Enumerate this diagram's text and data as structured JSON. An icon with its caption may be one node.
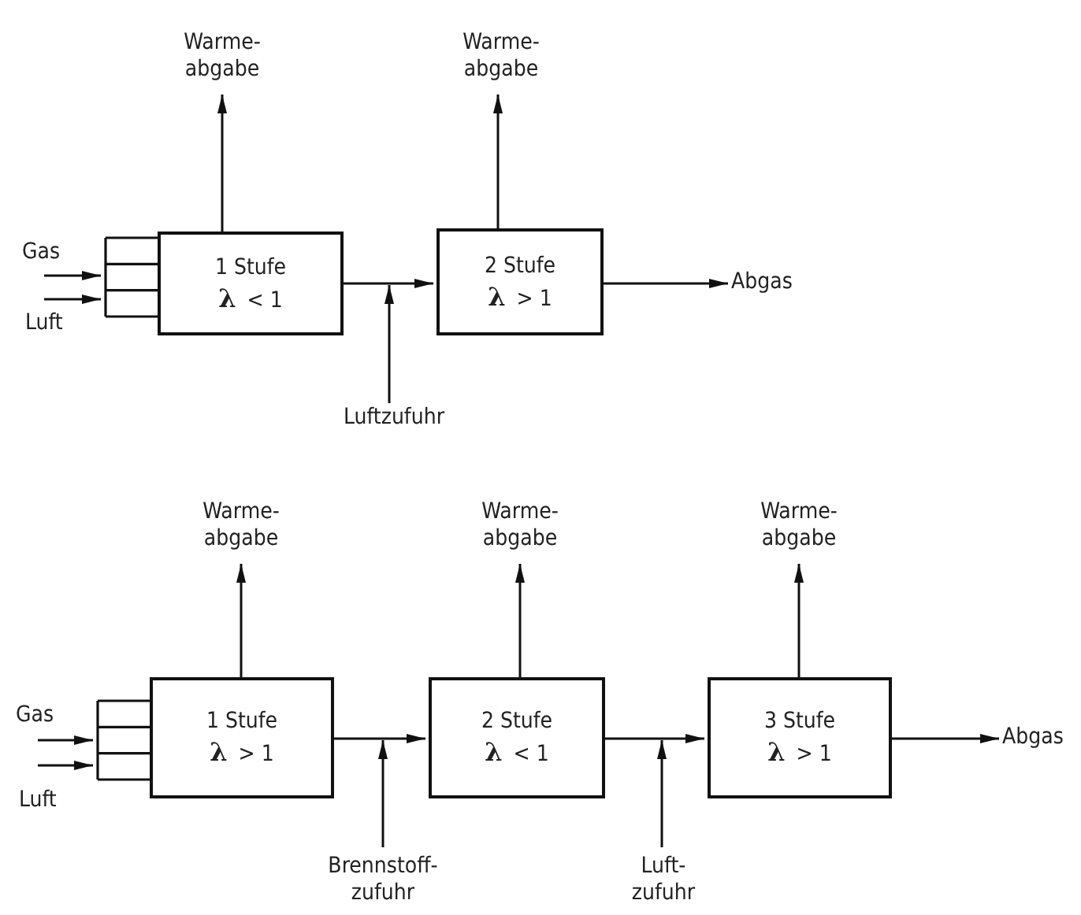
{
  "diagram": {
    "nodes": [
      {
        "text": [],
        "shape": "box"
      },
      {
        "text": [
          "1 Stufe",
          "**λ** < 1"
        ]
      },
      {
        "text": [
          "2 Stufe",
          "**λ** > 1"
        ]
      },
      {
        "text": [
          "Warme- abgabe"
        ]
      },
      {
        "text": [
          "Warme- abgabe"
        ]
      },
      {
        "text": [
          "Abgas"
        ]
      },
      {
        "text": [
          "Luftzufuhr"
        ]
      },
      {
        "text": [],
        "shape": "box"
      },
      {
        "text": [
          "1 Stufe",
          "**λ** > 1"
        ]
      },
      {
        "text": [
          "2 Stufe",
          "**λ** < 1"
        ]
      },
      {
        "text": [
          "3 Stufe",
          "**λ** > 1"
        ]
      },
      {
        "text": [
          "Warme- abgabe"
        ]
      },
      {
        "text": [
          "Warme- abgabe"
        ]
      },
      {
        "text": [
          "Warme- abgabe"
        ]
      },
      {
        "text": [
          "Abgas"
        ]
      },
      {
        "text": [
          "Brennstoff- zufuhr"
        ]
      },
      {
        "text": [
          "Luft- zufuhr"
        ]
      },
      {
        "text": [
          "Gas"
        ]
      },
      {
        "text": [
          "Luft"
        ]
      },
      {
        "text": [
          "Gas"
        ]
      },
      {
        "text": [
          "Luft"
        ]
      }
    ],
    "edges": [
      {
        "from": 17,
        "to": 0,
        "arrow": "to"
      },
      {
        "from": 18,
        "to": 0,
        "arrow": "to"
      },
      {
        "from": 1,
        "to": 2,
        "arrow": "to"
      },
      {
        "from": 1,
        "to": 3,
        "arrow": "to"
      },
      {
        "from": 2,
        "to": 4,
        "arrow": "to"
      },
      {
        "from": 2,
        "to": 5,
        "arrow": "to"
      },
      {
        "from": 6,
        "to": null,
        "arrow": "to"
      },
      {
        "from": 19,
        "to": 7,
        "arrow": "to"
      },
      {
        "from": 20,
        "to": 7,
        "arrow": "to"
      },
      {
        "from": 8,
        "to": 9,
        "arrow": "to"
      },
      {
        "from": 9,
        "to": 10,
        "arrow": "to"
      },
      {
        "from": 8,
        "to": 11,
        "arrow": "to"
      },
      {
        "from": 9,
        "to": 12,
        "arrow": "to"
      },
      {
        "from": 10,
        "to": 13,
        "arrow": "to"
      },
      {
        "from": 10,
        "to": 14,
        "arrow": "to"
      },
      {
        "from": 15,
        "to": null,
        "arrow": "to"
      },
      {
        "from": 16,
        "to": null,
        "arrow": "to"
      }
    ]
  }
}
